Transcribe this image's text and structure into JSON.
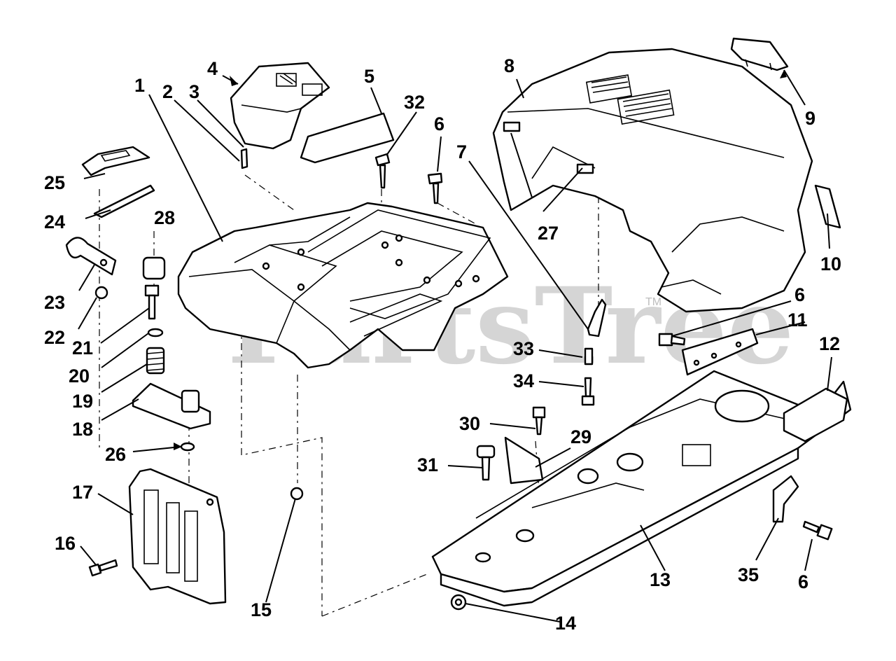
{
  "watermark": {
    "text": "PartsTree",
    "trademark": "TM"
  },
  "callouts": [
    {
      "id": "c1",
      "label": "1"
    },
    {
      "id": "c2",
      "label": "2"
    },
    {
      "id": "c3",
      "label": "3"
    },
    {
      "id": "c4",
      "label": "4"
    },
    {
      "id": "c5",
      "label": "5"
    },
    {
      "id": "c6a",
      "label": "6"
    },
    {
      "id": "c6b",
      "label": "6"
    },
    {
      "id": "c6c",
      "label": "6"
    },
    {
      "id": "c7",
      "label": "7"
    },
    {
      "id": "c8",
      "label": "8"
    },
    {
      "id": "c9",
      "label": "9"
    },
    {
      "id": "c10",
      "label": "10"
    },
    {
      "id": "c11",
      "label": "11"
    },
    {
      "id": "c12",
      "label": "12"
    },
    {
      "id": "c13",
      "label": "13"
    },
    {
      "id": "c14",
      "label": "14"
    },
    {
      "id": "c15",
      "label": "15"
    },
    {
      "id": "c16",
      "label": "16"
    },
    {
      "id": "c17",
      "label": "17"
    },
    {
      "id": "c18",
      "label": "18"
    },
    {
      "id": "c19",
      "label": "19"
    },
    {
      "id": "c20",
      "label": "20"
    },
    {
      "id": "c21",
      "label": "21"
    },
    {
      "id": "c22",
      "label": "22"
    },
    {
      "id": "c23",
      "label": "23"
    },
    {
      "id": "c24",
      "label": "24"
    },
    {
      "id": "c25",
      "label": "25"
    },
    {
      "id": "c26",
      "label": "26"
    },
    {
      "id": "c27",
      "label": "27"
    },
    {
      "id": "c28",
      "label": "28"
    },
    {
      "id": "c29",
      "label": "29"
    },
    {
      "id": "c30",
      "label": "30"
    },
    {
      "id": "c31",
      "label": "31"
    },
    {
      "id": "c32",
      "label": "32"
    },
    {
      "id": "c33",
      "label": "33"
    },
    {
      "id": "c34",
      "label": "34"
    },
    {
      "id": "c35",
      "label": "35"
    }
  ]
}
